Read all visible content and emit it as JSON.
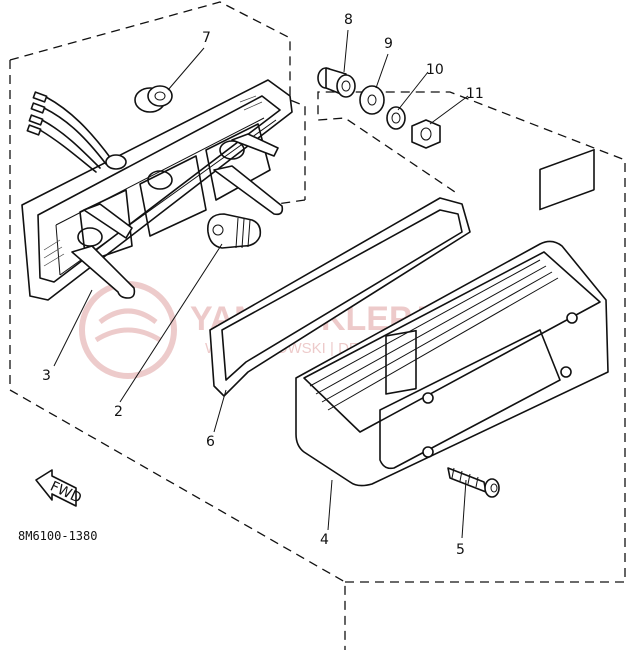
{
  "diagram": {
    "part_code": "8M6100-1380",
    "fwd_label": "FWD",
    "watermark": {
      "main": "YAMA-SKLEP.PL",
      "sub": "WYCIECHOWSKI | DEALER YAMAHA"
    },
    "callouts": {
      "c1": "2",
      "c2": "3",
      "c3": "4",
      "c4": "5",
      "c5": "6",
      "c6": "7",
      "c7": "8",
      "c8": "9",
      "c9": "10",
      "c10": "11"
    }
  }
}
